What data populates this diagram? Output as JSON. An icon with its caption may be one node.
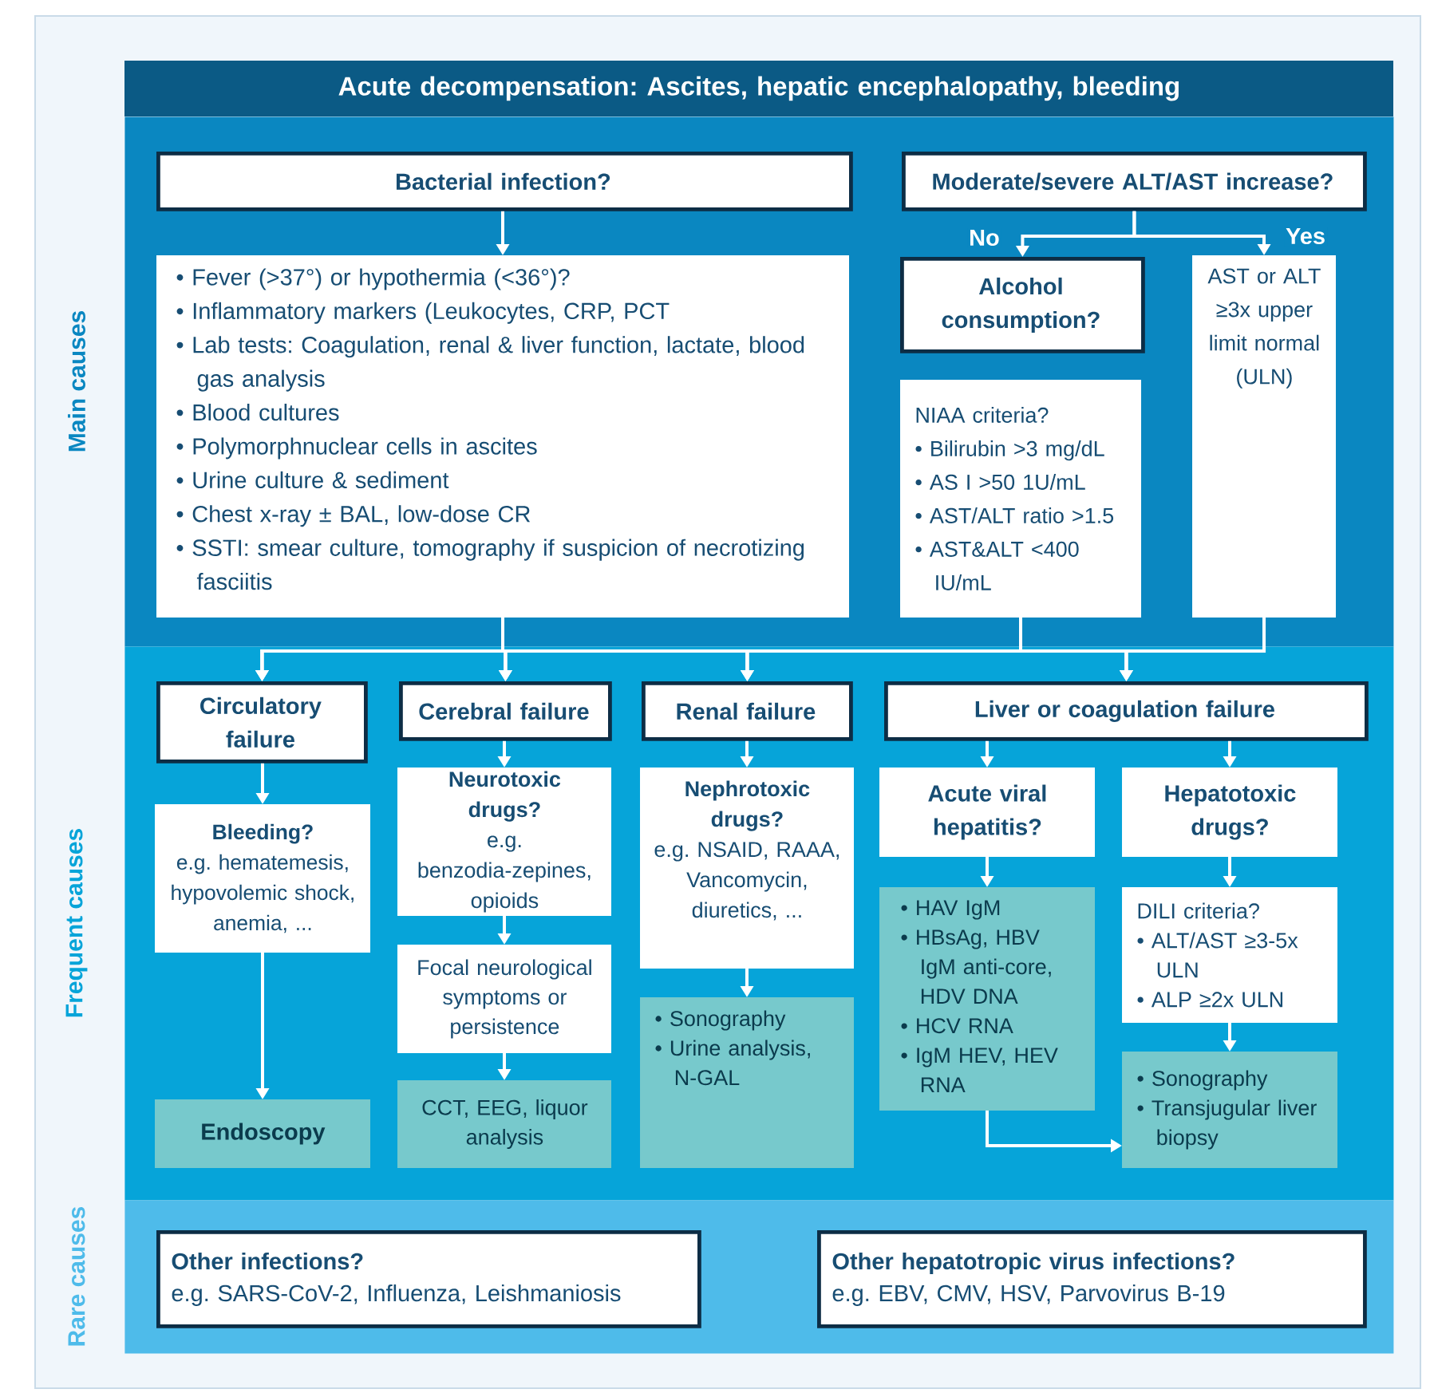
{
  "diagram": {
    "nodes": [
      {
        "text": [
          "Main causes"
        ]
      },
      {
        "text": [
          "Acute decompensation: Ascites, hepatic encephalopathy, bleeding"
        ]
      },
      {
        "text": [
          "Bacterial infection?"
        ],
        "in": 0
      },
      {
        "text": [
          "• Fever (>37°) or hypothermia (<36°)?",
          "• Inflammatory markers (Leukocytes, CRP, PCT",
          "• Lab tests: Coagulation, renal & liver function, lactate, blood gas analysis",
          "• Blood cultures",
          "• Polymorphnuclear cells in ascites",
          "• Urine culture & sediment",
          "• Chest x-ray ± BAL, low-dose CR",
          "• SSTI: smear culture, tomography if suspicion of necrotizing fasciitis"
        ],
        "in": 0
      },
      {
        "text": [
          "Moderate/severe ALT/AST increase?"
        ],
        "in": 0
      },
      {
        "text": [
          "Alcohol consumption?"
        ],
        "in": 0
      },
      {
        "text": [
          "NIAA criteria?",
          "• Bilirubin >3 mg/dL",
          "• AS I >50 1U/mL",
          "• AST/ALT ratio >1.5",
          "• AST&ALT <400 IU/mL"
        ],
        "in": 0
      },
      {
        "text": [
          "AST or ALT ≥3x upper limit normal (ULN)"
        ],
        "in": 0
      },
      {
        "text": [
          "Frequent causes"
        ]
      },
      {
        "text": [
          "Circulatory failure"
        ],
        "in": 8
      },
      {
        "text": [
          "Cerebral failure"
        ],
        "in": 8
      },
      {
        "text": [
          "Renal failure"
        ],
        "in": 8
      },
      {
        "text": [
          "Liver or coagulation failure"
        ],
        "in": 8
      },
      {
        "text": [
          "Bleeding?",
          "e.g. hematemesis, hypovolemic shock, anemia, ..."
        ],
        "in": 8
      },
      {
        "text": [
          "Endoscopy"
        ],
        "in": 8
      },
      {
        "text": [
          "Neurotoxic drugs?",
          "e.g. benzodia-zepines, opioids"
        ],
        "in": 8
      },
      {
        "text": [
          "Focal neurological symptoms or persistence"
        ],
        "in": 8
      },
      {
        "text": [
          "CCT, EEG, liquor analysis"
        ],
        "in": 8
      },
      {
        "text": [
          "Nephrotoxic drugs?",
          "e.g. NSAID, RAAA, Vancomycin, diuretics, ..."
        ],
        "in": 8
      },
      {
        "text": [
          "• Sonography",
          "• Urine analysis, N-GAL"
        ],
        "in": 8
      },
      {
        "text": [
          "Acute viral hepatitis?"
        ],
        "in": 8
      },
      {
        "text": [
          "• HAV IgM",
          "• HBsAg, HBV IgM anti-core, HDV DNA",
          "• HCV RNA",
          "• IgM HEV, HEV RNA"
        ],
        "in": 8
      },
      {
        "text": [
          "Hepatotoxic drugs?"
        ],
        "in": 8
      },
      {
        "text": [
          "DILI criteria?",
          "• ALT/AST ≥3-5x ULN",
          "• ALP ≥2x ULN"
        ],
        "in": 8
      },
      {
        "text": [
          "• Sonography",
          "• Transjugular liver biopsy"
        ],
        "in": 8
      },
      {
        "text": [
          "Rare causes"
        ]
      },
      {
        "text": [
          "Other infections?",
          "e.g. SARS-CoV-2, Influenza, Leishmaniosis"
        ],
        "in": 25
      },
      {
        "text": [
          "Other hepatotropic virus infections?",
          "e.g. EBV, CMV, HSV, Parvovirus B-19"
        ],
        "in": 25
      }
    ],
    "edges": [
      {
        "from": 2,
        "to": 3,
        "arrow": "to"
      },
      {
        "from": 4,
        "to": 5,
        "arrow": "to",
        "label": "No"
      },
      {
        "from": 4,
        "to": 7,
        "arrow": "to",
        "label": "Yes"
      },
      {
        "from": 3,
        "to": 9,
        "arrow": "to"
      },
      {
        "from": 3,
        "to": 10,
        "arrow": "to"
      },
      {
        "from": 3,
        "to": 11,
        "arrow": "to"
      },
      {
        "from": 3,
        "to": 12,
        "arrow": "to"
      },
      {
        "from": 6,
        "to": 9,
        "arrow": "to"
      },
      {
        "from": 6,
        "to": 10,
        "arrow": "to"
      },
      {
        "from": 6,
        "to": 11,
        "arrow": "to"
      },
      {
        "from": 6,
        "to": 12,
        "arrow": "to"
      },
      {
        "from": 7,
        "to": 9,
        "arrow": "to"
      },
      {
        "from": 7,
        "to": 10,
        "arrow": "to"
      },
      {
        "from": 7,
        "to": 11,
        "arrow": "to"
      },
      {
        "from": 7,
        "to": 12,
        "arrow": "to"
      },
      {
        "from": 9,
        "to": 13,
        "arrow": "to"
      },
      {
        "from": 13,
        "to": 14,
        "arrow": "to"
      },
      {
        "from": 10,
        "to": 15,
        "arrow": "to"
      },
      {
        "from": 15,
        "to": 16,
        "arrow": "to"
      },
      {
        "from": 16,
        "to": 17,
        "arrow": "to"
      },
      {
        "from": 11,
        "to": 18,
        "arrow": "to"
      },
      {
        "from": 18,
        "to": 19,
        "arrow": "to"
      },
      {
        "from": 12,
        "to": 20,
        "arrow": "to"
      },
      {
        "from": 12,
        "to": 22,
        "arrow": "to"
      },
      {
        "from": 20,
        "to": 21,
        "arrow": "to"
      },
      {
        "from": 22,
        "to": 23,
        "arrow": "to"
      },
      {
        "from": 23,
        "to": 24,
        "arrow": "to"
      },
      {
        "from": 21,
        "to": 24,
        "arrow": "to"
      }
    ]
  }
}
